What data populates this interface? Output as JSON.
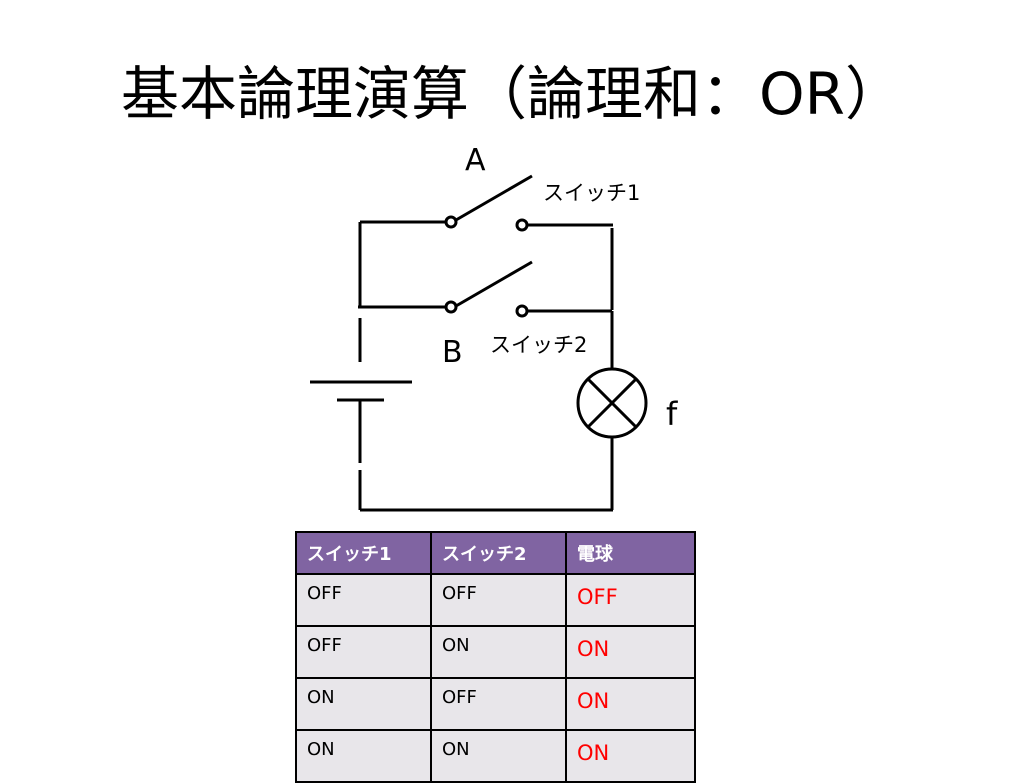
{
  "title": "基本論理演算（論理和：OR）",
  "circuit": {
    "switch_a_label": "A",
    "switch_b_label": "B",
    "switch_1_label": "スイッチ1",
    "switch_2_label": "スイッチ2",
    "lamp_label": "f"
  },
  "truth_table": {
    "headers": [
      "スイッチ1",
      "スイッチ2",
      "電球"
    ],
    "rows": [
      [
        "OFF",
        "OFF",
        "OFF"
      ],
      [
        "OFF",
        "ON",
        "ON"
      ],
      [
        "ON",
        "OFF",
        "ON"
      ],
      [
        "ON",
        "ON",
        "ON"
      ]
    ],
    "header_color": "#8064a2",
    "result_color": "#ff0000"
  }
}
